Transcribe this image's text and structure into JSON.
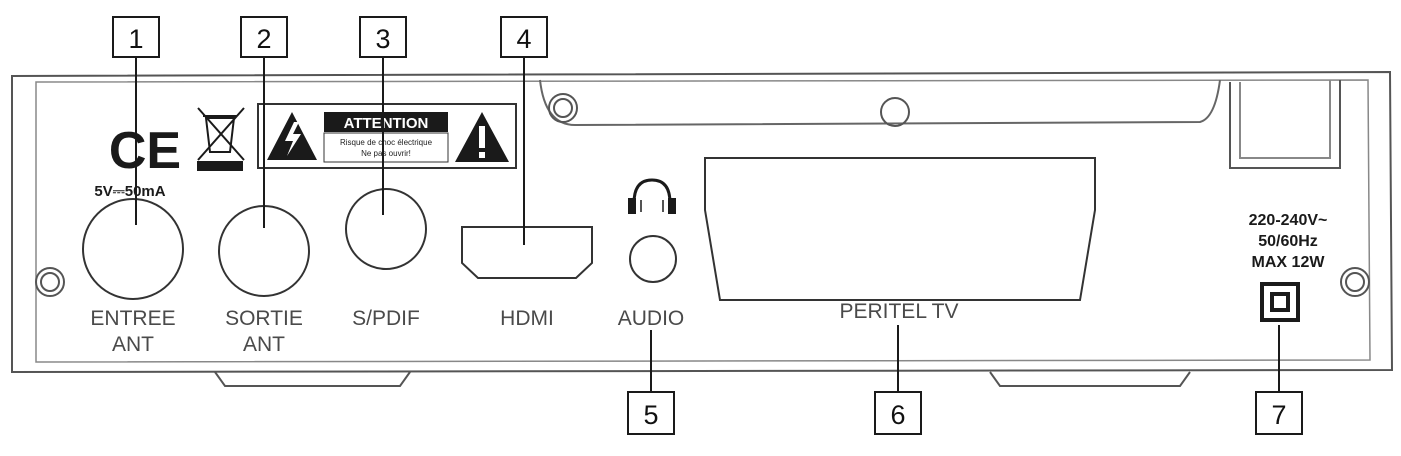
{
  "callouts": [
    "1",
    "2",
    "3",
    "4",
    "5",
    "6",
    "7"
  ],
  "ports": {
    "entree_line1": "ENTREE",
    "entree_line2": "ANT",
    "sortie_line1": "SORTIE",
    "sortie_line2": "ANT",
    "spdif": "S/PDIF",
    "hdmi": "HDMI",
    "audio": "AUDIO",
    "peritel": "PERITEL TV"
  },
  "markings": {
    "ce": "CE",
    "current": "5V⎓50mA",
    "power_line1": "220-240V~",
    "power_line2": "50/60Hz",
    "power_line3": "MAX 12W"
  },
  "warning_label": {
    "title": "ATTENTION",
    "line1": "Risque de choc électrique",
    "line2": "Ne pas ouvrir!"
  },
  "icons": [
    "ce-mark-icon",
    "weee-bin-icon",
    "lightning-warning-icon",
    "exclamation-warning-icon",
    "headphones-icon",
    "double-insulation-icon"
  ]
}
